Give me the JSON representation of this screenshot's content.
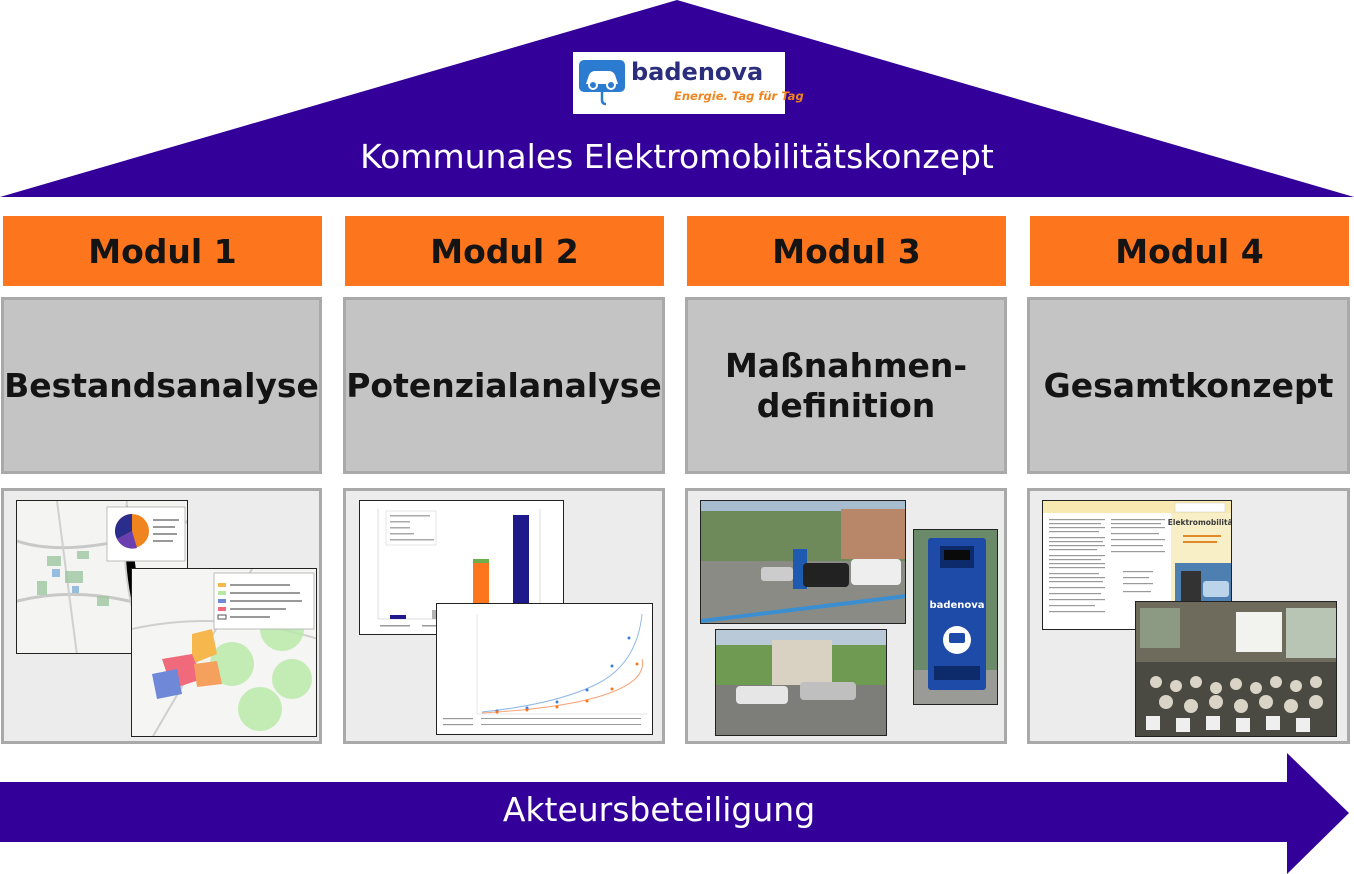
{
  "logo": {
    "brand": "badenova",
    "slogan": "Energie. Tag für Tag"
  },
  "title": "Kommunales Elektromobilitätskonzept",
  "modules": [
    {
      "label": "Modul 1",
      "topic": "Bestandsanalyse"
    },
    {
      "label": "Modul 2",
      "topic": "Potenzialanalyse"
    },
    {
      "label": "Modul 3",
      "topic_line1": "Maßnahmen-",
      "topic_line2": "definition"
    },
    {
      "label": "Modul 4",
      "topic": "Gesamtkonzept"
    }
  ],
  "brochure": {
    "title": "Elektromobilität"
  },
  "footer": "Akteursbeteiligung",
  "colors": {
    "purple": "#33009a",
    "orange": "#fd751c",
    "gray": "#c4c4c4",
    "border": "#a9a9a9",
    "panel": "#ececec"
  }
}
